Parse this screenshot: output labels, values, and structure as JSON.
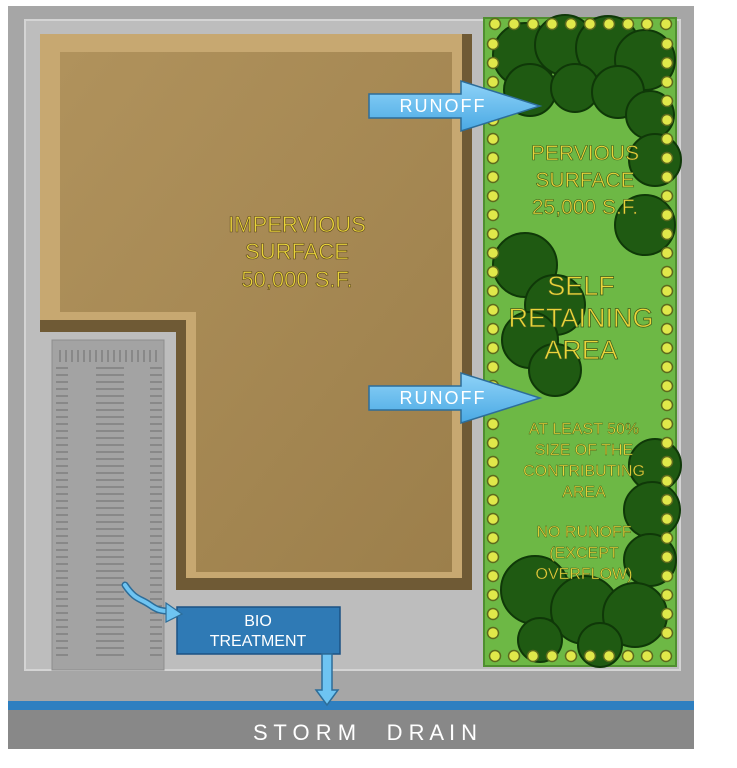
{
  "labels": {
    "impervious": [
      "IMPERVIOUS",
      "SURFACE",
      "50,000 S.F."
    ],
    "pervious": [
      "PERVIOUS",
      "SURFACE",
      "25,000 S.F."
    ],
    "self_retaining": [
      "SELF",
      "RETAINING",
      "AREA"
    ],
    "size_note": [
      "AT LEAST 50%",
      "SIZE OF THE",
      "CONTRIBUTING",
      "AREA"
    ],
    "no_runoff": [
      "NO RUNOFF",
      "(EXCEPT",
      "OVERFLOW)"
    ],
    "runoff_top": "RUNOFF",
    "runoff_bottom": "RUNOFF",
    "bio_treatment": [
      "BIO",
      "TREATMENT"
    ],
    "storm_drain": "S T O R M     D R A I N"
  },
  "colors": {
    "building": "#a88a55",
    "building_shadow": "#6f5a35",
    "lawn": "#6db845",
    "tree": "#1f5a12",
    "dot": "#e0e84a",
    "arrow": "#68c0ef",
    "bio_box": "#2f7ab5",
    "label_yellow": "#ead43a",
    "drain_band": "#888888",
    "drain_line": "#2e7fc0"
  }
}
